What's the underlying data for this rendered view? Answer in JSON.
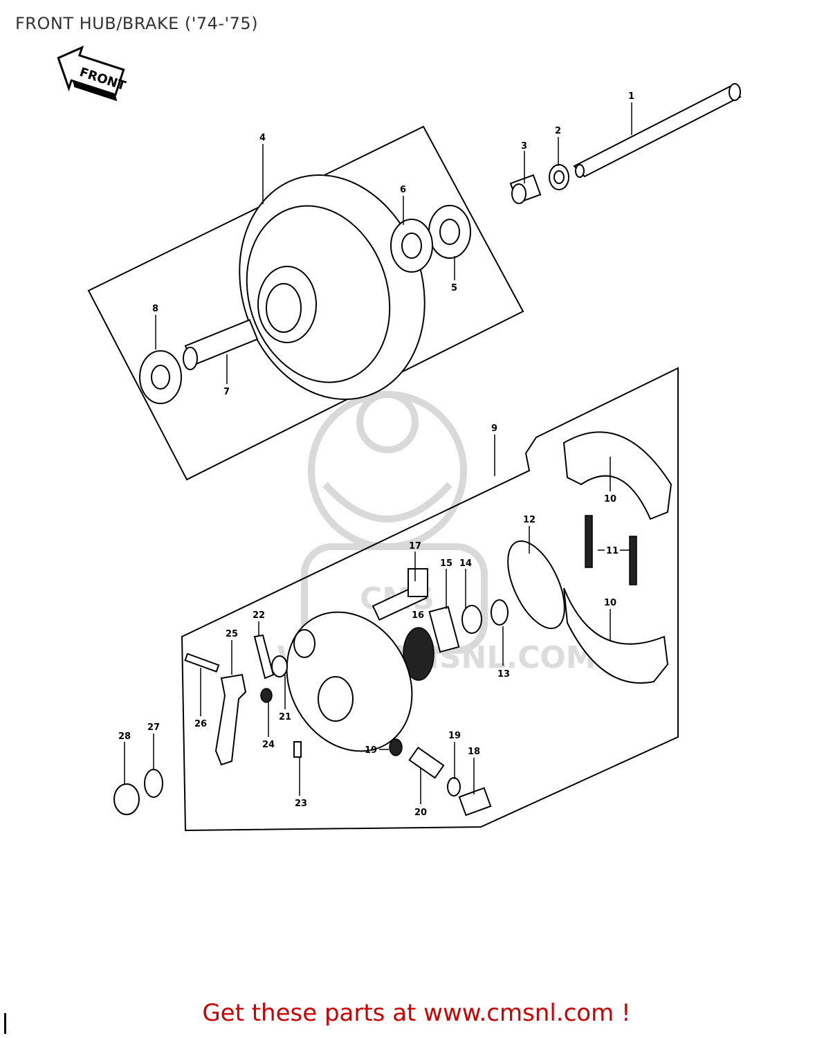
{
  "title": "FRONT HUB/BRAKE ('74-'75)",
  "front_arrow": "FRONT",
  "watermark": {
    "text": "WWW.CMSNL.COM",
    "logo_text": "CMS"
  },
  "footer": {
    "text": "Get these parts at www.cmsnl.com !"
  },
  "callouts": [
    "1",
    "2",
    "3",
    "4",
    "5",
    "6",
    "7",
    "8",
    "9",
    "10",
    "10",
    "11",
    "12",
    "13",
    "14",
    "15",
    "16",
    "17",
    "18",
    "19",
    "19",
    "20",
    "21",
    "22",
    "23",
    "24",
    "25",
    "26",
    "27",
    "28"
  ]
}
